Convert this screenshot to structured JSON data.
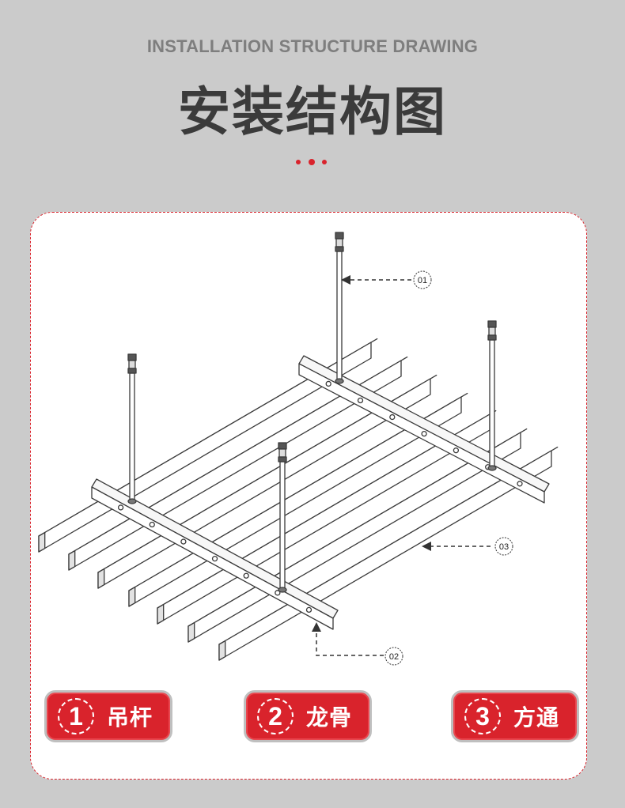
{
  "header": {
    "subtitle": "INSTALLATION STRUCTURE DRAWING",
    "title": "安装结构图",
    "accent_color": "#d9232c"
  },
  "diagram": {
    "callouts": [
      {
        "id": "01",
        "target": "hanger-rod"
      },
      {
        "id": "02",
        "target": "keel"
      },
      {
        "id": "03",
        "target": "square-tube"
      }
    ]
  },
  "legend": [
    {
      "num": "1",
      "label": "吊杆"
    },
    {
      "num": "2",
      "label": "龙骨"
    },
    {
      "num": "3",
      "label": "方通"
    }
  ]
}
